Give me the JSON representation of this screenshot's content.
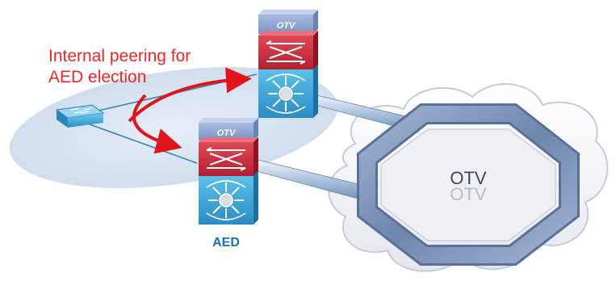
{
  "annotation": {
    "line1": "Internal peering for",
    "line2": "AED election"
  },
  "devices": {
    "edge_top": {
      "tag": "OTV"
    },
    "edge_bottom": {
      "tag": "OTV"
    }
  },
  "overlay": {
    "label": "OTV",
    "label_reflection": "OTV"
  },
  "aed_label": "AED",
  "colors": {
    "annotation_text": "#e8282b",
    "peering_arrow": "#e0151b",
    "aed_label": "#1d6fb8",
    "device_red": "#c8283a",
    "device_blue": "#3aa7d8",
    "otv_cap": "#8ea4d6",
    "ring": "#7f95bb"
  },
  "icons": [
    "switch-icon",
    "otv-edge-device-icon",
    "nexus-fabric-icon",
    "cloud-icon",
    "octagon-ring-icon",
    "curved-arrow-icon"
  ]
}
